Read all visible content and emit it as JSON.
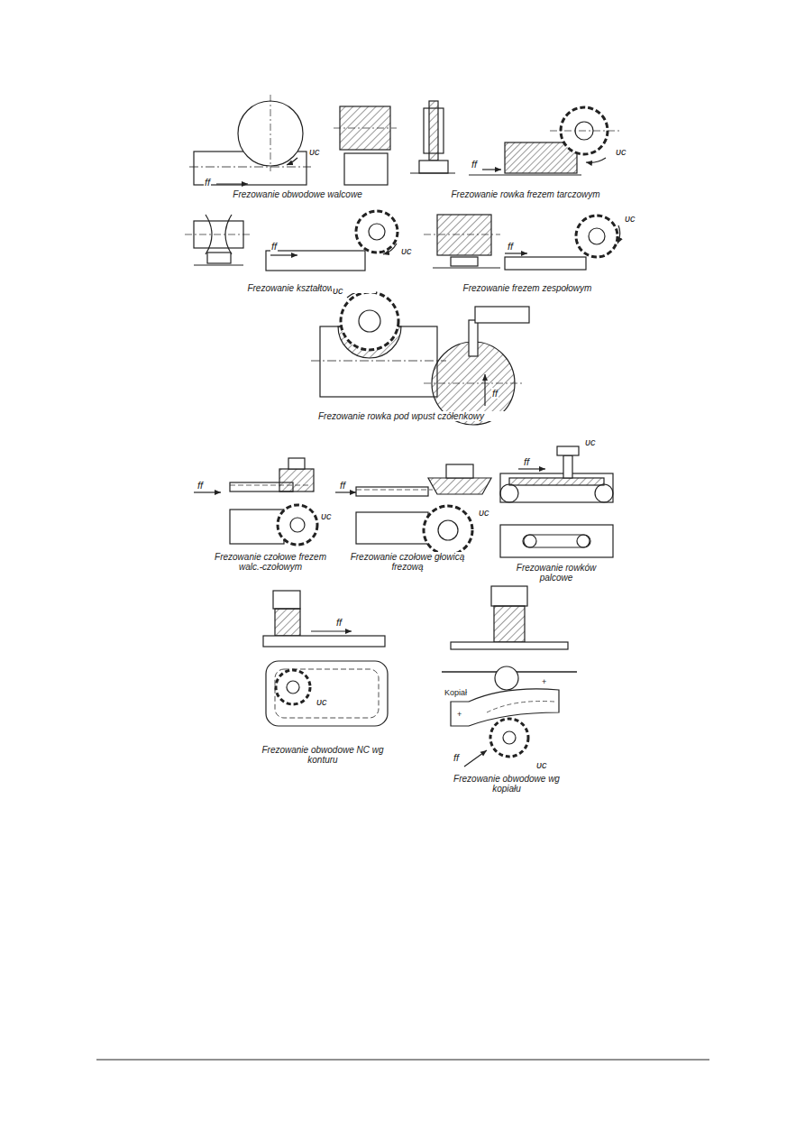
{
  "diagram": {
    "labels": [
      "υc",
      "ff",
      "Frezowanie obwodowe walcowe",
      "ff",
      "υc",
      "Frezowanie rowka frezem tarczowym",
      "ff",
      "υc",
      "Frezowanie kształtowe",
      "ff",
      "υc",
      "Frezowanie frezem zespołowym",
      "υc",
      "ff",
      "Frezowanie rowka pod wpust czółenkowy",
      "ff",
      "υc",
      "Frezowanie czołowe frezem walc.-czołowym",
      "ff",
      "υc",
      "Frezowanie czołowe głowicą frezową",
      "ff",
      "υc",
      "Frezowanie rowków palcowe",
      "ff",
      "υc",
      "Frezowanie obwodowe NC wg konturu",
      "Kopiał",
      "+",
      "+",
      "ff",
      "υc",
      "Frezowanie obwodowe wg kopiału"
    ]
  }
}
